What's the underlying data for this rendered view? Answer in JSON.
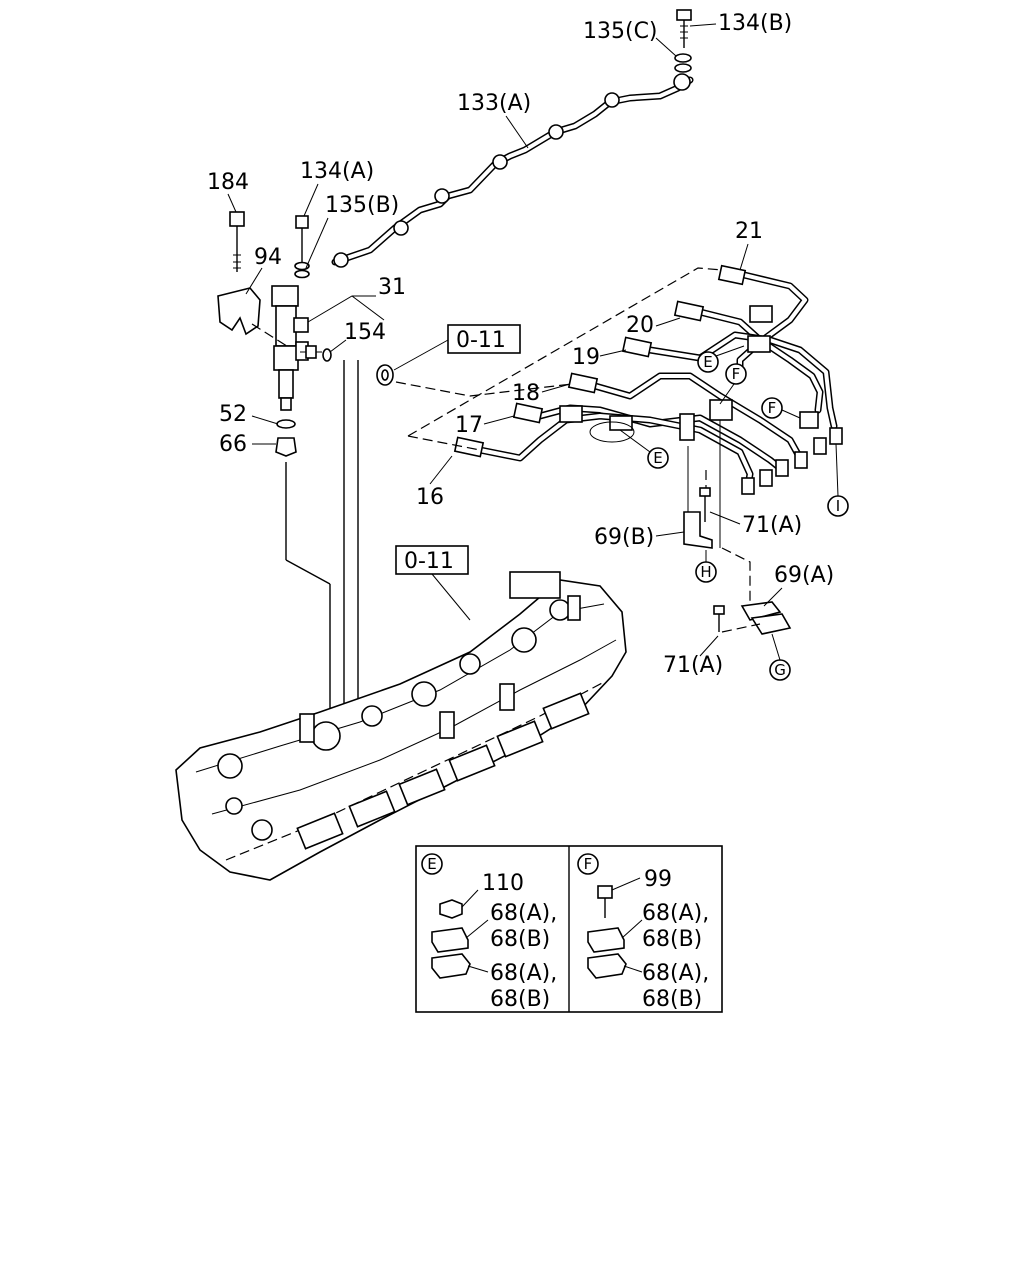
{
  "labels": {
    "l135c": "135(C)",
    "l134b": "134(B)",
    "l133a": "133(A)",
    "l184": "184",
    "l134a": "134(A)",
    "l135b": "135(B)",
    "l94": "94",
    "l31": "31",
    "l154": "154",
    "l52": "52",
    "l66": "66",
    "l21": "21",
    "l20": "20",
    "l19": "19",
    "l18": "18",
    "l17": "17",
    "l16": "16",
    "l69b": "69(B)",
    "l71a_1": "71(A)",
    "l69a": "69(A)",
    "l71a_2": "71(A)"
  },
  "ref_boxes": {
    "ref1": "0-11",
    "ref2": "0-11"
  },
  "callouts": {
    "e1": "E",
    "e2": "E",
    "f1": "F",
    "f2": "F",
    "h": "H",
    "g": "G",
    "i": "I"
  },
  "detail": {
    "e_marker": "E",
    "e_nut": "110",
    "e_clip_a1": "68(A),",
    "e_clip_b1": "68(B)",
    "e_clip_a2": "68(A),",
    "e_clip_b2": "68(B)",
    "f_marker": "F",
    "f_bolt": "99",
    "f_clip_a1": "68(A),",
    "f_clip_b1": "68(B)",
    "f_clip_a2": "68(A),",
    "f_clip_b2": "68(B)"
  }
}
